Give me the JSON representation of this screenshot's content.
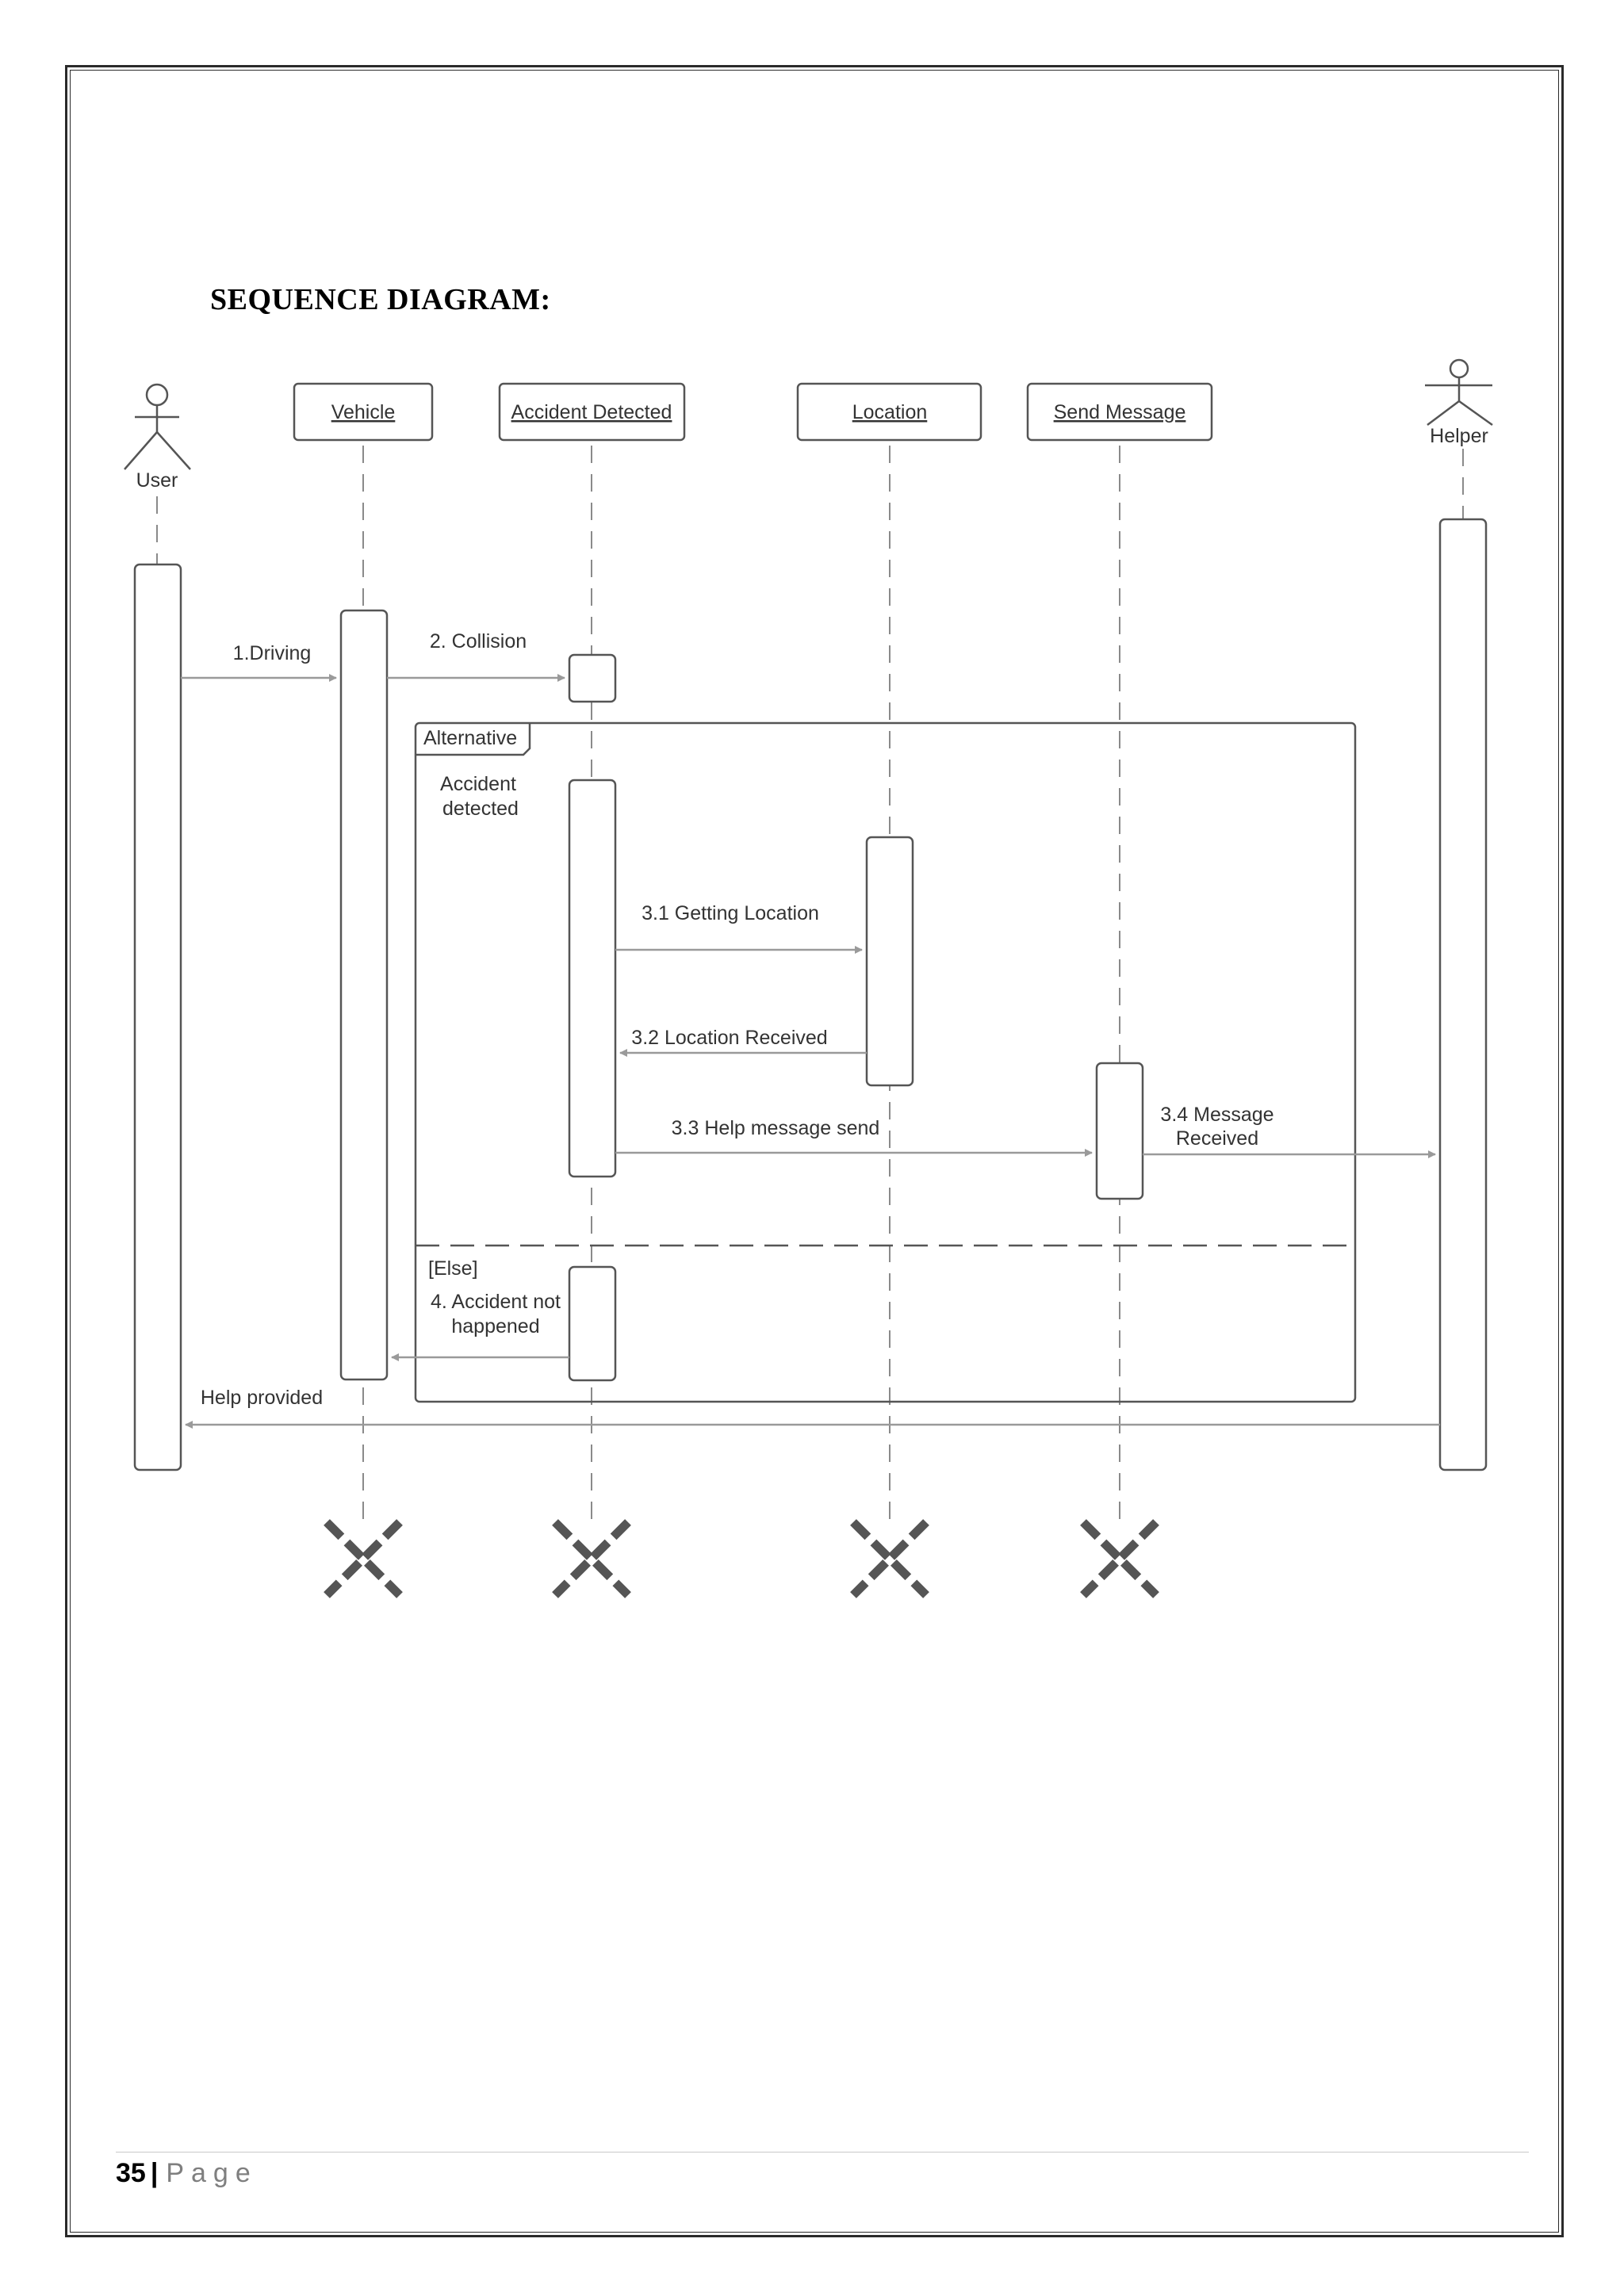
{
  "heading": "SEQUENCE DIAGRAM:",
  "actors": {
    "user": "User",
    "helper": "Helper"
  },
  "lifelines": {
    "vehicle": "Vehicle",
    "accident_detected": "Accident Detected",
    "location": "Location",
    "send_message": "Send Message"
  },
  "messages": {
    "m1": "1.Driving",
    "m2": "2. Collision",
    "m3_1": "3.1 Getting Location",
    "m3_2": "3.2 Location Received",
    "m3_3": "3.3 Help message send",
    "m3_4_line1": "3.4 Message",
    "m3_4_line2": "Received",
    "m4_line1": "4. Accident not",
    "m4_line2": "happened",
    "help": "Help provided"
  },
  "fragment": {
    "label": "Alternative",
    "guard_line1": "Accident",
    "guard_line2": "detected",
    "else": "[Else]"
  },
  "footer": {
    "page_number": "35",
    "separator": "|",
    "page_word": "Page"
  },
  "colors": {
    "line": "#9a9a9a",
    "dark": "#5a5a5a",
    "text": "#333333"
  }
}
